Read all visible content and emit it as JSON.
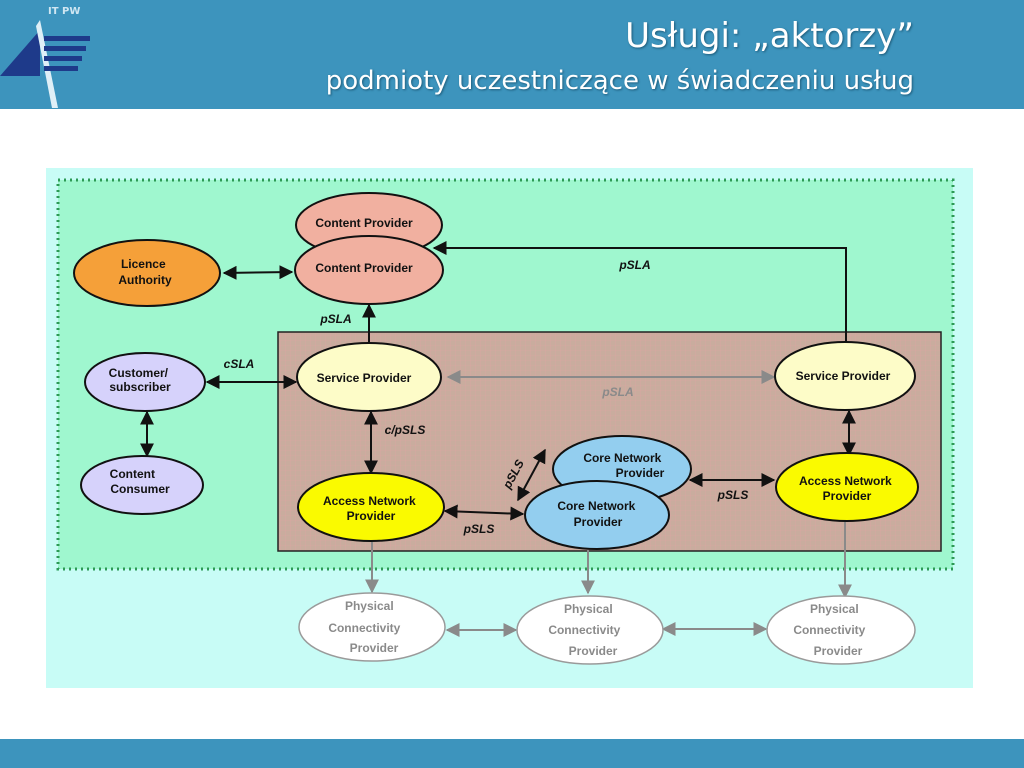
{
  "header": {
    "logo_text": "IT PW",
    "title": "Usługi: „aktorzy”",
    "subtitle": "podmioty uczestniczące w świadczeniu usług"
  },
  "diagram": {
    "nodes": {
      "content_provider_back": [
        "Content Provider"
      ],
      "content_provider_front": [
        "Content Provider"
      ],
      "licence_authority": [
        "Licence",
        "Authority"
      ],
      "customer_subscriber": [
        "Customer/",
        "subscriber"
      ],
      "content_consumer": [
        "Content",
        "Consumer"
      ],
      "service_provider_left": [
        "Service Provider"
      ],
      "service_provider_right": [
        "Service Provider"
      ],
      "access_network_provider_left": [
        "Access Network",
        "Provider"
      ],
      "access_network_provider_right": [
        "Access Network",
        "Provider"
      ],
      "core_network_provider_back": [
        "Core Network",
        "Provider"
      ],
      "core_network_provider_front": [
        "Core Network",
        "Provider"
      ],
      "physical_connectivity_provider_left": [
        "Physical",
        "Connectivity",
        "Provider"
      ],
      "physical_connectivity_provider_center": [
        "Physical",
        "Connectivity",
        "Provider"
      ],
      "physical_connectivity_provider_right": [
        "Physical",
        "Connectivity",
        "Provider"
      ]
    },
    "edge_labels": {
      "psla_top": "pSLA",
      "psla_left": "pSLA",
      "psla_middle": "pSLA",
      "csla": "cSLA",
      "cpsls": "c/pSLS",
      "psls_diagonal": "pSLS",
      "psls_right": "pSLS",
      "psls_bottom": "pSLS"
    },
    "colors": {
      "outer_region": "#9ff7cf",
      "outer_background": "#c8fcf6",
      "inner_region": "#c7ac9f",
      "content_provider": "#f1b0a0",
      "licence_authority": "#f5a039",
      "customer": "#d6d2fb",
      "service_provider": "#fdfcc8",
      "access_network": "#fafa00",
      "core_network": "#93ceef",
      "physical_connectivity": "#ffffff"
    }
  }
}
